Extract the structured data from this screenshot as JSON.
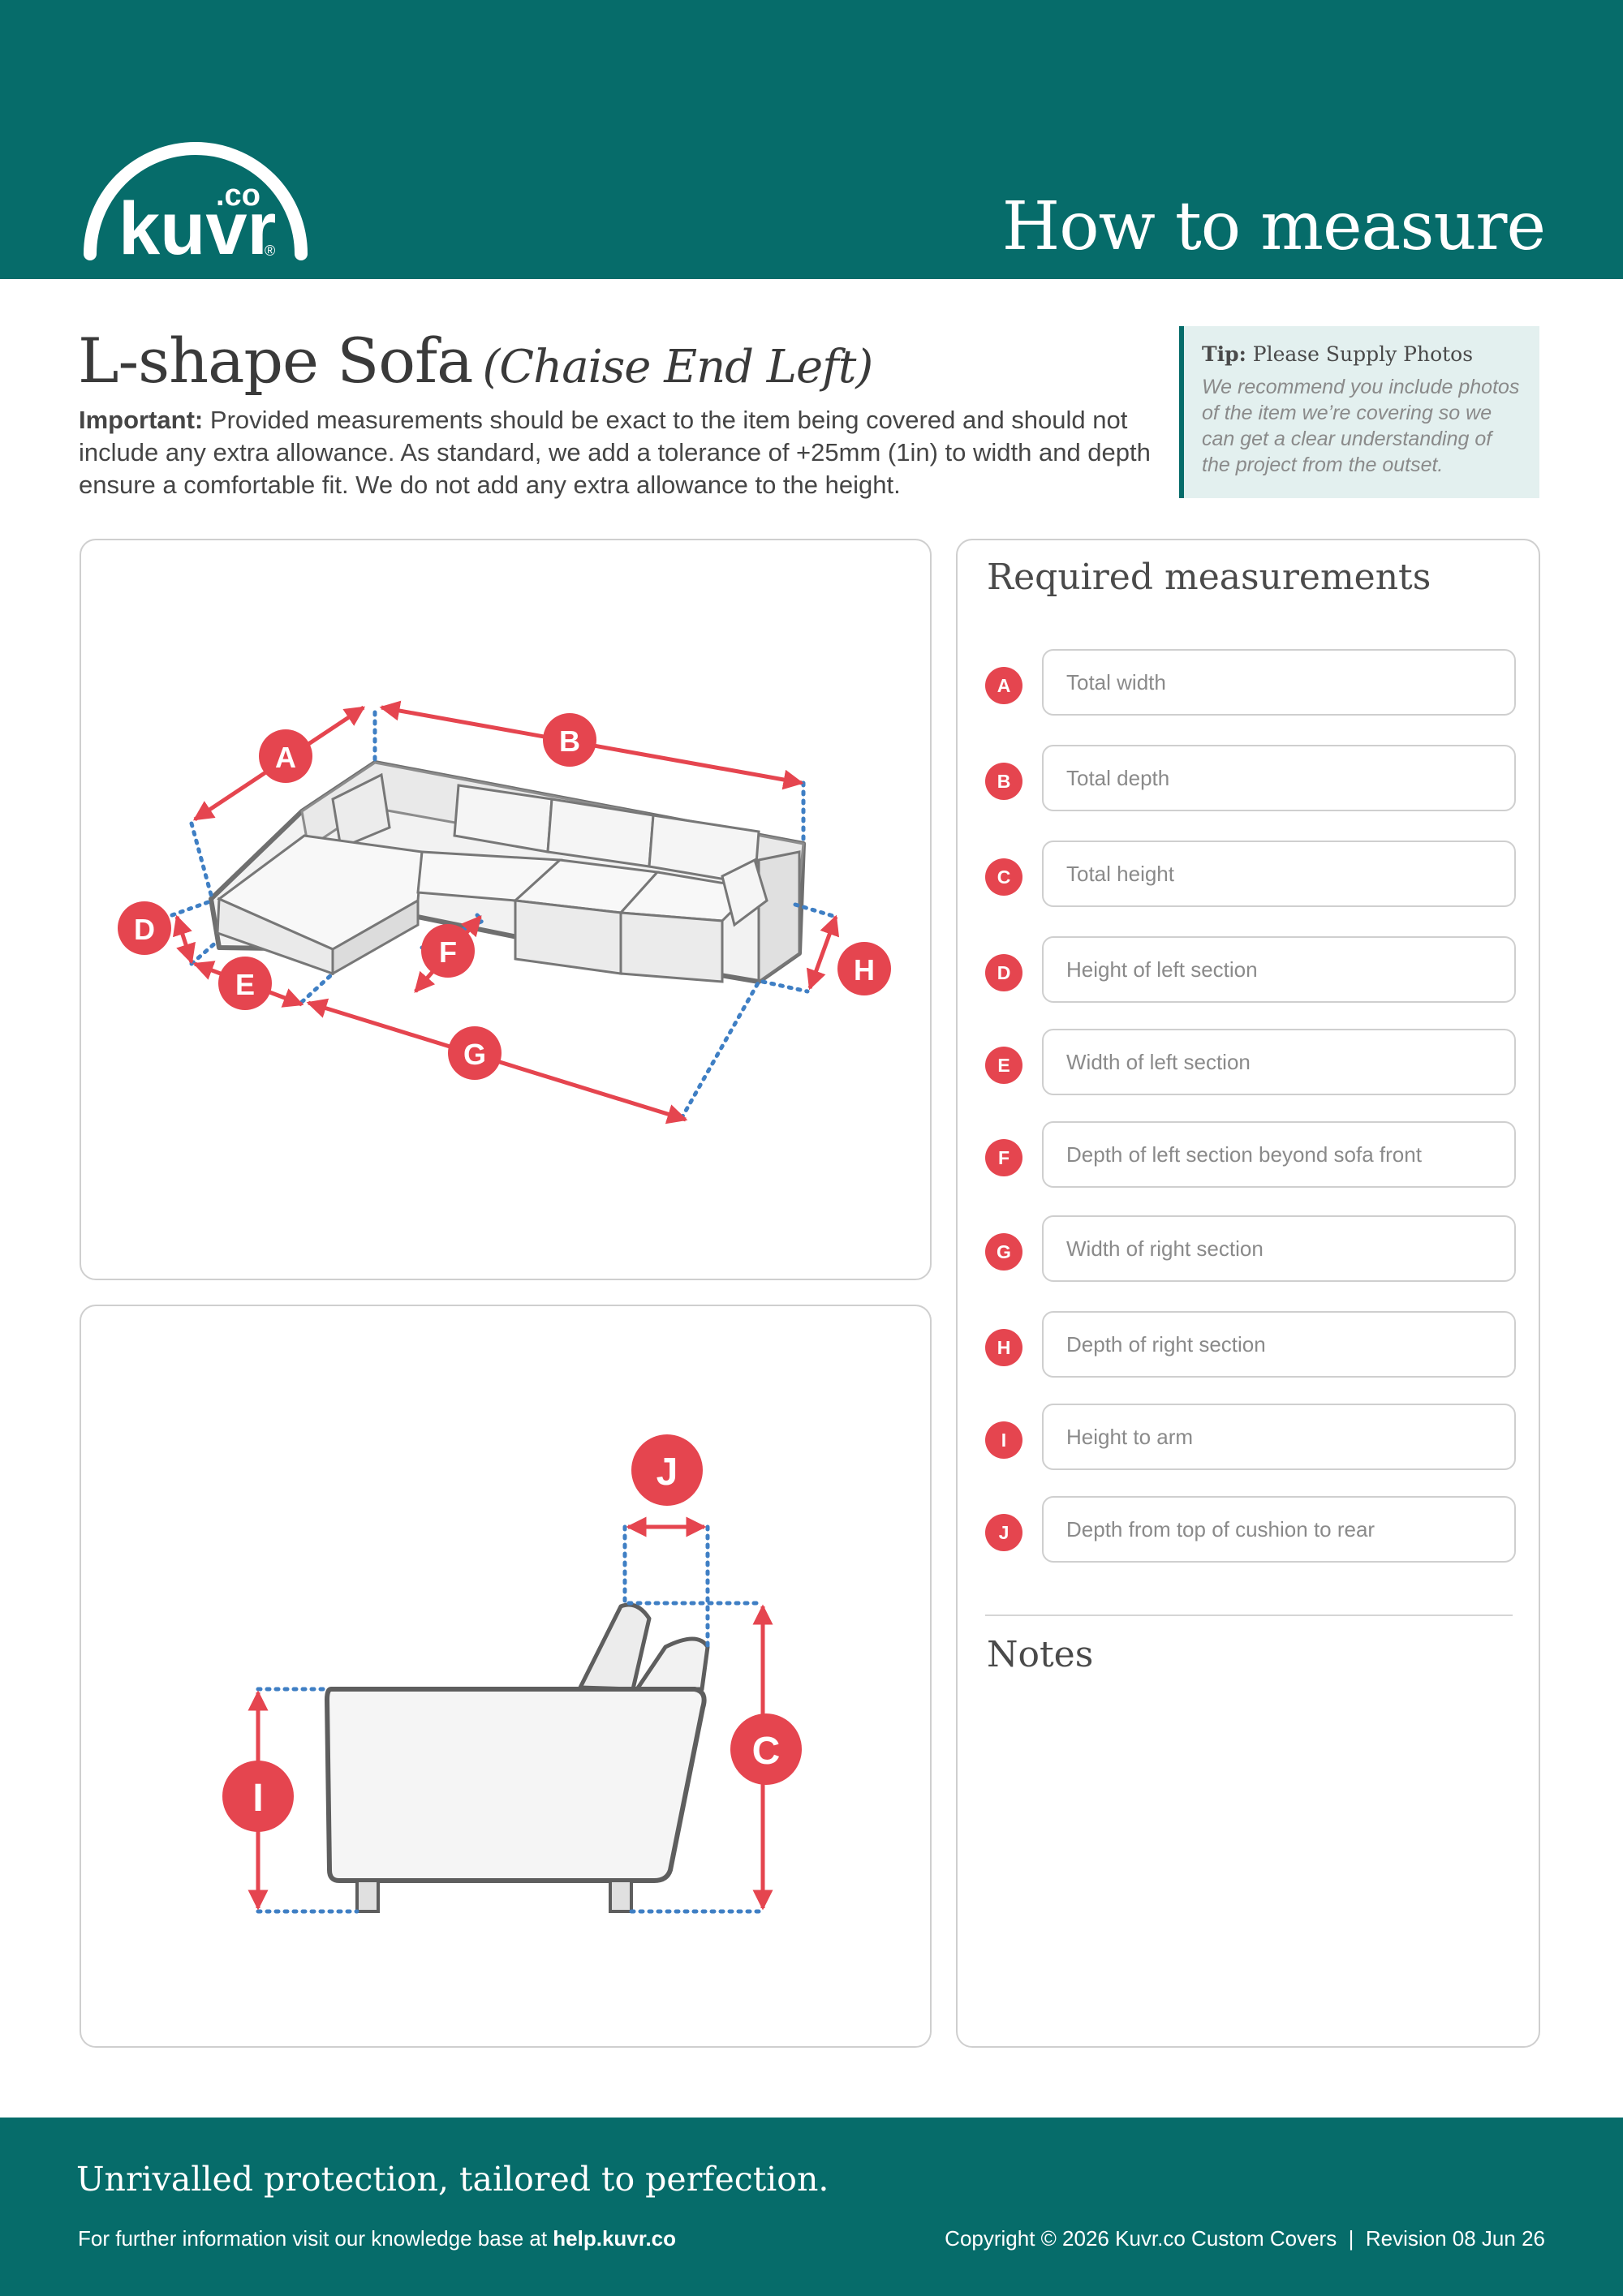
{
  "brand": {
    "logo_main": "kuvr",
    "logo_sup": ".co",
    "logo_reg": "®",
    "accent": "#066c6a",
    "marker_color": "#e5454f",
    "guide_color": "#3f7fc4"
  },
  "header": {
    "title": "How to measure"
  },
  "document": {
    "title": "L-shape Sofa",
    "subtitle": "(Chaise End Left)",
    "important_label": "Important:",
    "important_text": "Provided measurements should be exact to the item being covered and should not include any extra allowance. As standard, we add a tolerance of +25mm (1in) to width and depth ensure a comfortable fit. We do not add any extra allowance to the height."
  },
  "tip": {
    "label": "Tip:",
    "title": "Please Supply Photos",
    "text": "We recommend you include photos of the item we’re covering so we can get a clear understanding of the project from the outset."
  },
  "diagram_labels": {
    "A": "A",
    "B": "B",
    "C": "C",
    "D": "D",
    "E": "E",
    "F": "F",
    "G": "G",
    "H": "H",
    "I": "I",
    "J": "J"
  },
  "measurements": {
    "title": "Required measurements",
    "items": [
      {
        "letter": "A",
        "placeholder": "Total width"
      },
      {
        "letter": "B",
        "placeholder": "Total depth"
      },
      {
        "letter": "C",
        "placeholder": "Total height"
      },
      {
        "letter": "D",
        "placeholder": "Height of left section"
      },
      {
        "letter": "E",
        "placeholder": "Width of left section"
      },
      {
        "letter": "F",
        "placeholder": "Depth of left section beyond sofa front"
      },
      {
        "letter": "G",
        "placeholder": "Width of right section"
      },
      {
        "letter": "H",
        "placeholder": "Depth of right section"
      },
      {
        "letter": "I",
        "placeholder": "Height to arm"
      },
      {
        "letter": "J",
        "placeholder": "Depth from top of cushion to rear"
      }
    ]
  },
  "notes": {
    "title": "Notes"
  },
  "footer": {
    "tagline": "Unrivalled protection, tailored to perfection.",
    "further_text": "For further information visit our knowledge base at",
    "further_link": "help.kuvr.co",
    "copyright": "Copyright © 2026 Kuvr.co Custom Covers  |  Revision 08 Jun 26"
  }
}
